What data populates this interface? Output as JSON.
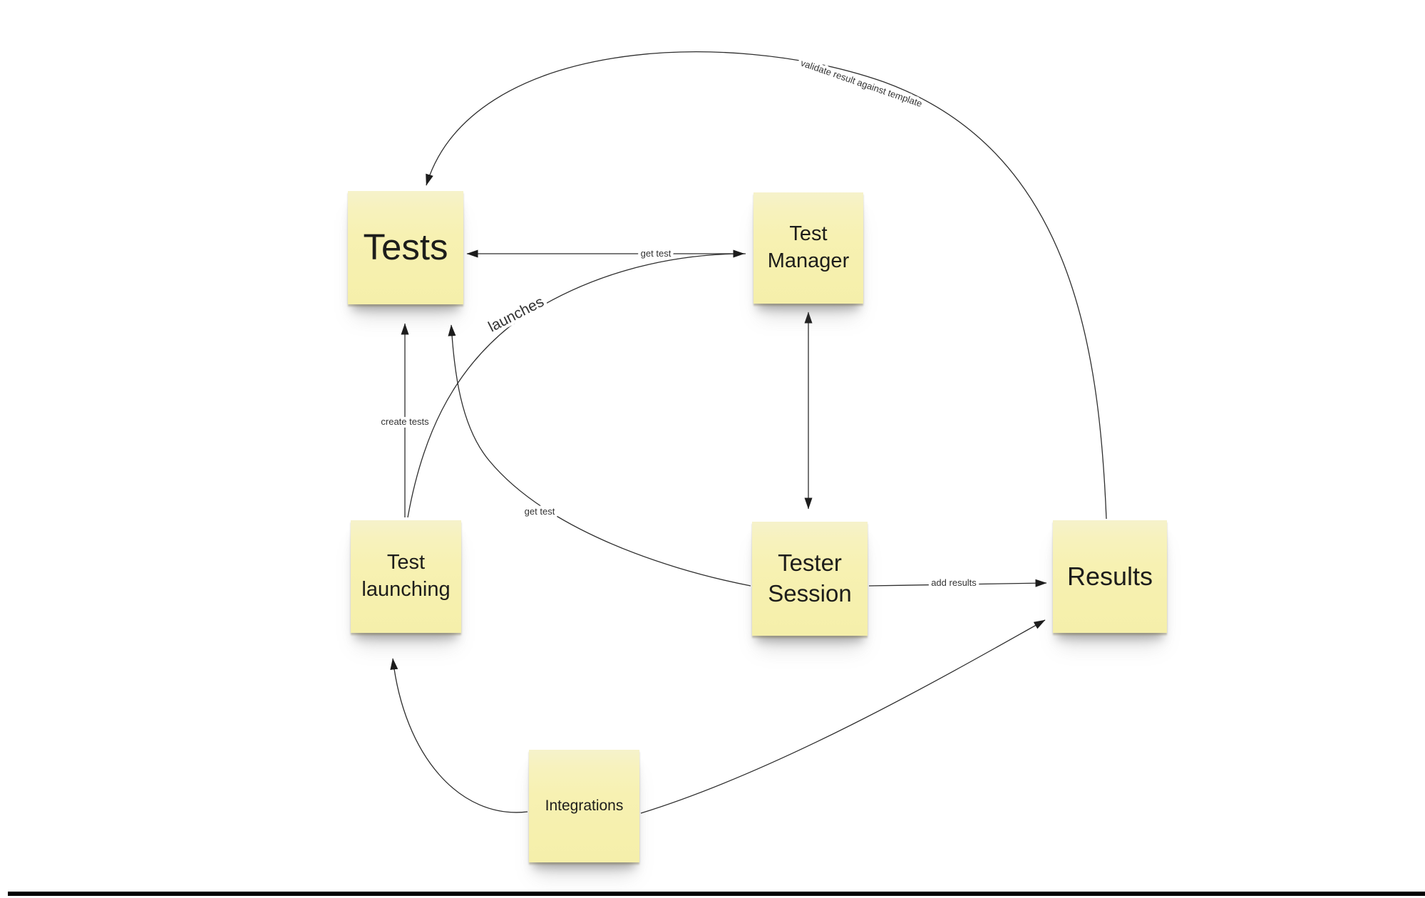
{
  "board": {
    "background": "#ffffff",
    "sticky_fill": "#f6f0ae",
    "sticky_text_color": "#1d1d1b",
    "connector_color": "#2e2e2e",
    "edge_label_color": "#333333",
    "bottom_bar_color": "#000000"
  },
  "nodes": {
    "tests": {
      "label": "Tests"
    },
    "test_manager": {
      "label": "Test Manager"
    },
    "test_launching": {
      "label": "Test launching"
    },
    "tester_session": {
      "label": "Tester Session"
    },
    "results": {
      "label": "Results"
    },
    "integrations": {
      "label": "Integrations"
    }
  },
  "edges": [
    {
      "from": "results",
      "to": "tests",
      "label": "validate result against template",
      "directed": "one-way"
    },
    {
      "from": "test_manager",
      "to": "tests",
      "label": "get test",
      "directed": "one-way"
    },
    {
      "from": "test_launching",
      "to": "test_manager",
      "label": "launches",
      "directed": "one-way"
    },
    {
      "from": "test_launching",
      "to": "tests",
      "label": "create tests",
      "directed": "one-way"
    },
    {
      "from": "tester_session",
      "to": "tests",
      "label": "get test",
      "directed": "one-way"
    },
    {
      "from": "test_manager",
      "to": "tester_session",
      "label": "",
      "directed": "two-way"
    },
    {
      "from": "tester_session",
      "to": "results",
      "label": "add results",
      "directed": "one-way"
    },
    {
      "from": "integrations",
      "to": "test_launching",
      "label": "",
      "directed": "one-way"
    },
    {
      "from": "integrations",
      "to": "results",
      "label": "",
      "directed": "one-way"
    }
  ]
}
